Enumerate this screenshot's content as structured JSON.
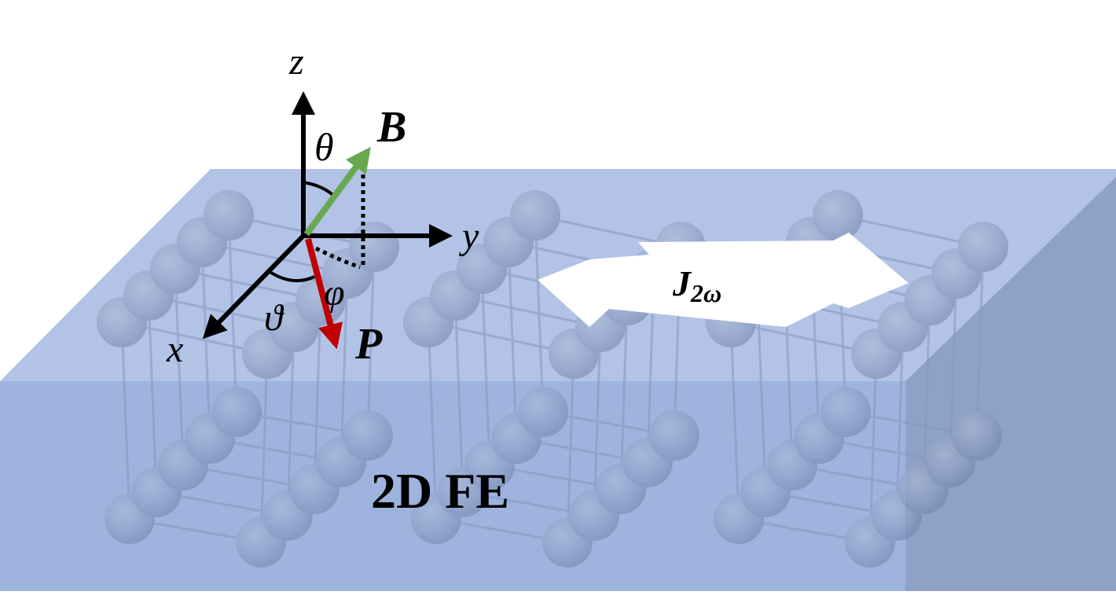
{
  "labels": {
    "z_axis": "z",
    "y_axis": "y",
    "x_axis": "x",
    "theta": "θ",
    "varphi": "φ",
    "vartheta": "ϑ",
    "field": "B",
    "polarization": "P",
    "current_main": "J",
    "current_sub": "2ω",
    "material": "2D FE"
  },
  "colors": {
    "slab_top": "#b2c3e6",
    "slab_front": "#9fb4df",
    "slab_side": "#8ea2c7",
    "atom": "#8fa2c6",
    "field_arrow": "#6aa84f",
    "polarization_arrow": "#c00000",
    "axes": "#000000",
    "current_arrow": "#ffffff"
  }
}
